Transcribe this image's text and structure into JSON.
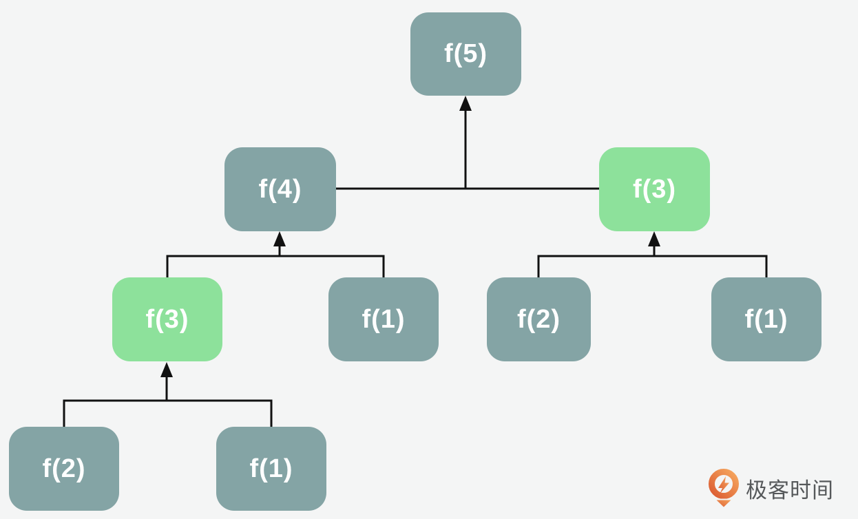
{
  "diagram": {
    "description": "Fibonacci recursion tree for f(5)",
    "background_color": "#f4f5f5",
    "node_color_default": "#84a4a5",
    "node_color_highlight": "#8de19b",
    "node_text_color": "#ffffff",
    "connector_color": "#111111",
    "nodes": [
      {
        "id": "f5",
        "label": "f(5)",
        "highlighted": false
      },
      {
        "id": "f4",
        "label": "f(4)",
        "highlighted": false
      },
      {
        "id": "f3-right",
        "label": "f(3)",
        "highlighted": true
      },
      {
        "id": "f3-left",
        "label": "f(3)",
        "highlighted": true
      },
      {
        "id": "f1-under-f4",
        "label": "f(1)",
        "highlighted": false
      },
      {
        "id": "f2-under-f3-right",
        "label": "f(2)",
        "highlighted": false
      },
      {
        "id": "f1-under-f3-right",
        "label": "f(1)",
        "highlighted": false
      },
      {
        "id": "f2-under-f3-left",
        "label": "f(2)",
        "highlighted": false
      },
      {
        "id": "f1-under-f3-left",
        "label": "f(1)",
        "highlighted": false
      }
    ],
    "edges": [
      {
        "from": "f4",
        "to": "f5"
      },
      {
        "from": "f3-right",
        "to": "f5"
      },
      {
        "from": "f3-left",
        "to": "f4"
      },
      {
        "from": "f1-under-f4",
        "to": "f4"
      },
      {
        "from": "f2-under-f3-right",
        "to": "f3-right"
      },
      {
        "from": "f1-under-f3-right",
        "to": "f3-right"
      },
      {
        "from": "f2-under-f3-left",
        "to": "f3-left"
      },
      {
        "from": "f1-under-f3-left",
        "to": "f3-left"
      }
    ]
  },
  "branding": {
    "logo_text": "极客时间",
    "logo_icon": "geektime-logo-icon",
    "logo_icon_color_top": "#f6a75e",
    "logo_icon_color_bottom": "#db5b32",
    "logo_text_color": "#55585a"
  }
}
